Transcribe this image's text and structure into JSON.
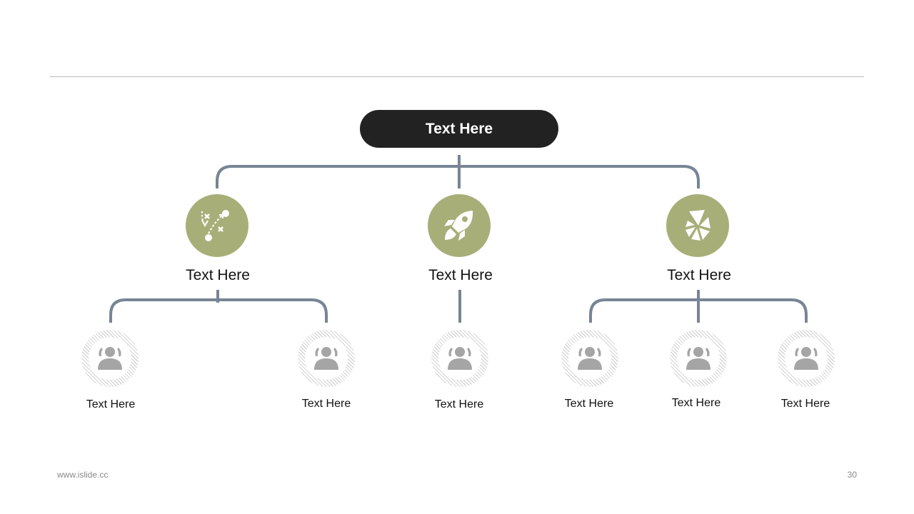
{
  "root": {
    "label": "Text Here"
  },
  "categories": [
    {
      "label": "Text Here",
      "icon": "strategy-play-icon",
      "leaves": [
        {
          "label": "Text Here",
          "icon": "user-group-icon"
        },
        {
          "label": "Text Here",
          "icon": "user-group-icon"
        }
      ]
    },
    {
      "label": "Text Here",
      "icon": "rocket-icon",
      "leaves": [
        {
          "label": "Text Here",
          "icon": "user-group-icon"
        }
      ]
    },
    {
      "label": "Text Here",
      "icon": "aperture-icon",
      "leaves": [
        {
          "label": "Text Here",
          "icon": "user-group-icon"
        },
        {
          "label": "Text Here",
          "icon": "user-group-icon"
        },
        {
          "label": "Text Here",
          "icon": "user-group-icon"
        }
      ]
    }
  ],
  "footer": {
    "website": "www.islide.cc",
    "page_number": "30"
  },
  "colors": {
    "root_fill": "#222222",
    "category_fill": "#a8ae78",
    "connector": "#778595",
    "leaf_icon": "#a5a5a5"
  }
}
